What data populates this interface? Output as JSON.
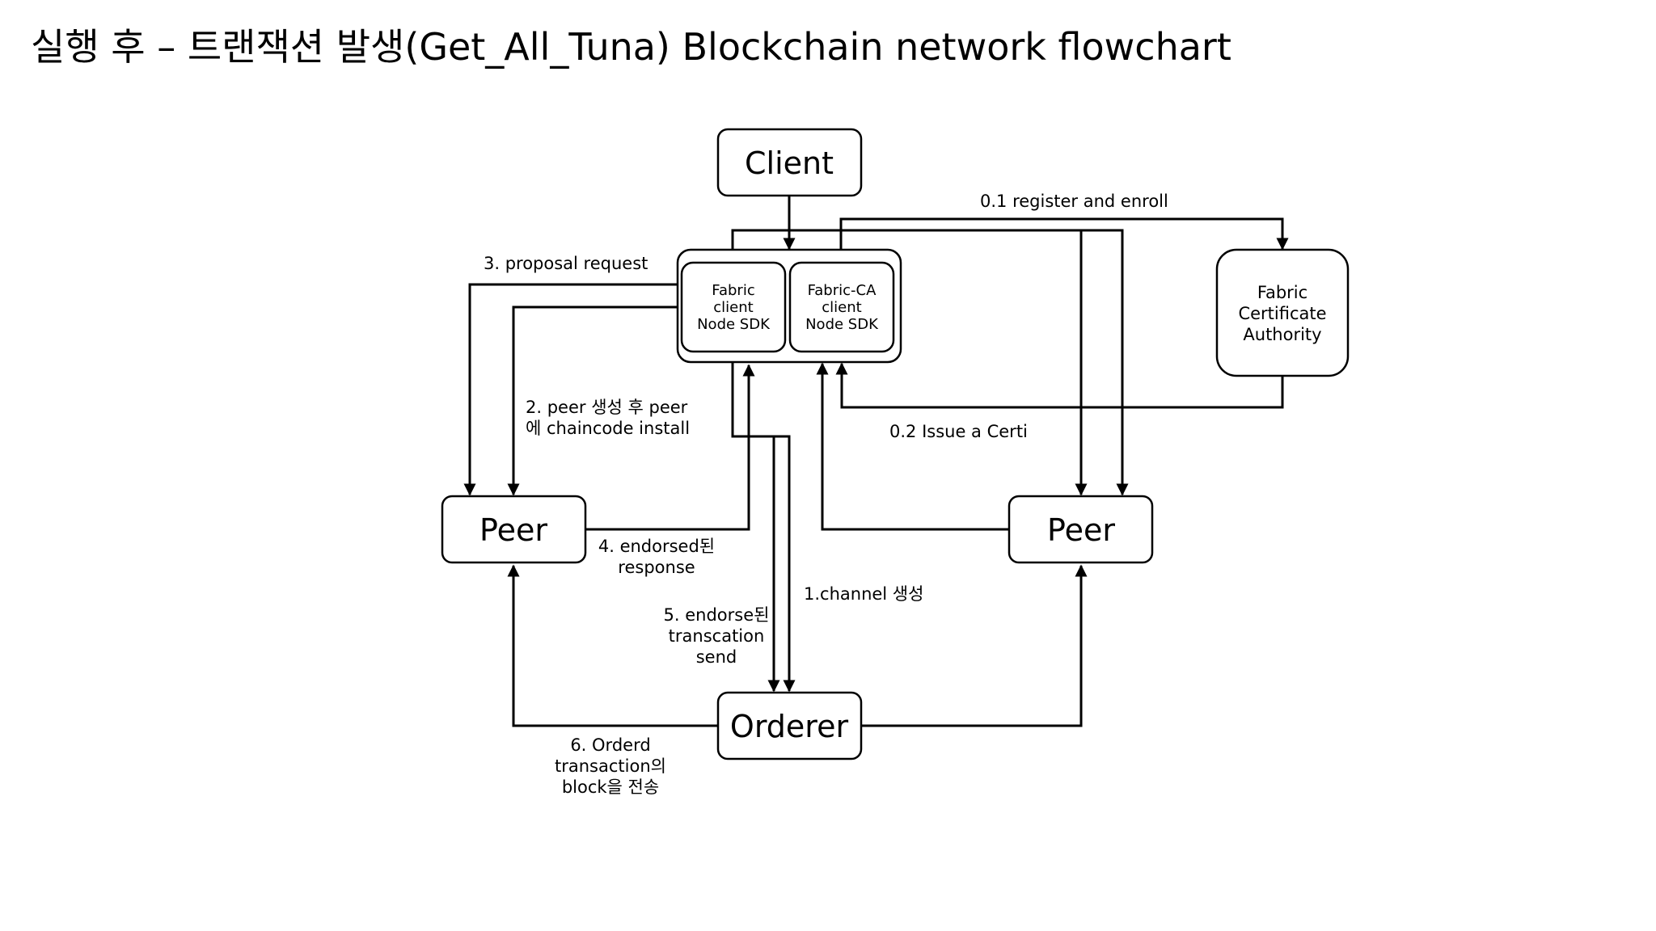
{
  "title": "실행 후 – 트랜잭션 발생(Get_All_Tuna) Blockchain network flowchart",
  "nodes": {
    "client": "Client",
    "fabric_client": [
      "Fabric",
      "client",
      "Node SDK"
    ],
    "fabric_ca_client": [
      "Fabric-CA",
      "client",
      "Node SDK"
    ],
    "ca": [
      "Fabric",
      "Certificate",
      "Authority"
    ],
    "peer_left": "Peer",
    "peer_right": "Peer",
    "orderer": "Orderer"
  },
  "edges": {
    "register_enroll": "0.1 register and enroll",
    "issue_certi": "0.2 Issue a Certi",
    "channel_create": "1.channel 생성",
    "install_chaincode": [
      "2. peer 생성 후 peer",
      "에 chaincode install"
    ],
    "proposal_request": "3. proposal request",
    "endorsed_response": [
      "4. endorsed된",
      "response"
    ],
    "endorse_tx_send": [
      "5. endorse된",
      "transcation",
      "send"
    ],
    "ordered_block": [
      "6. Orderd",
      "transaction의",
      "block을 전송"
    ]
  }
}
